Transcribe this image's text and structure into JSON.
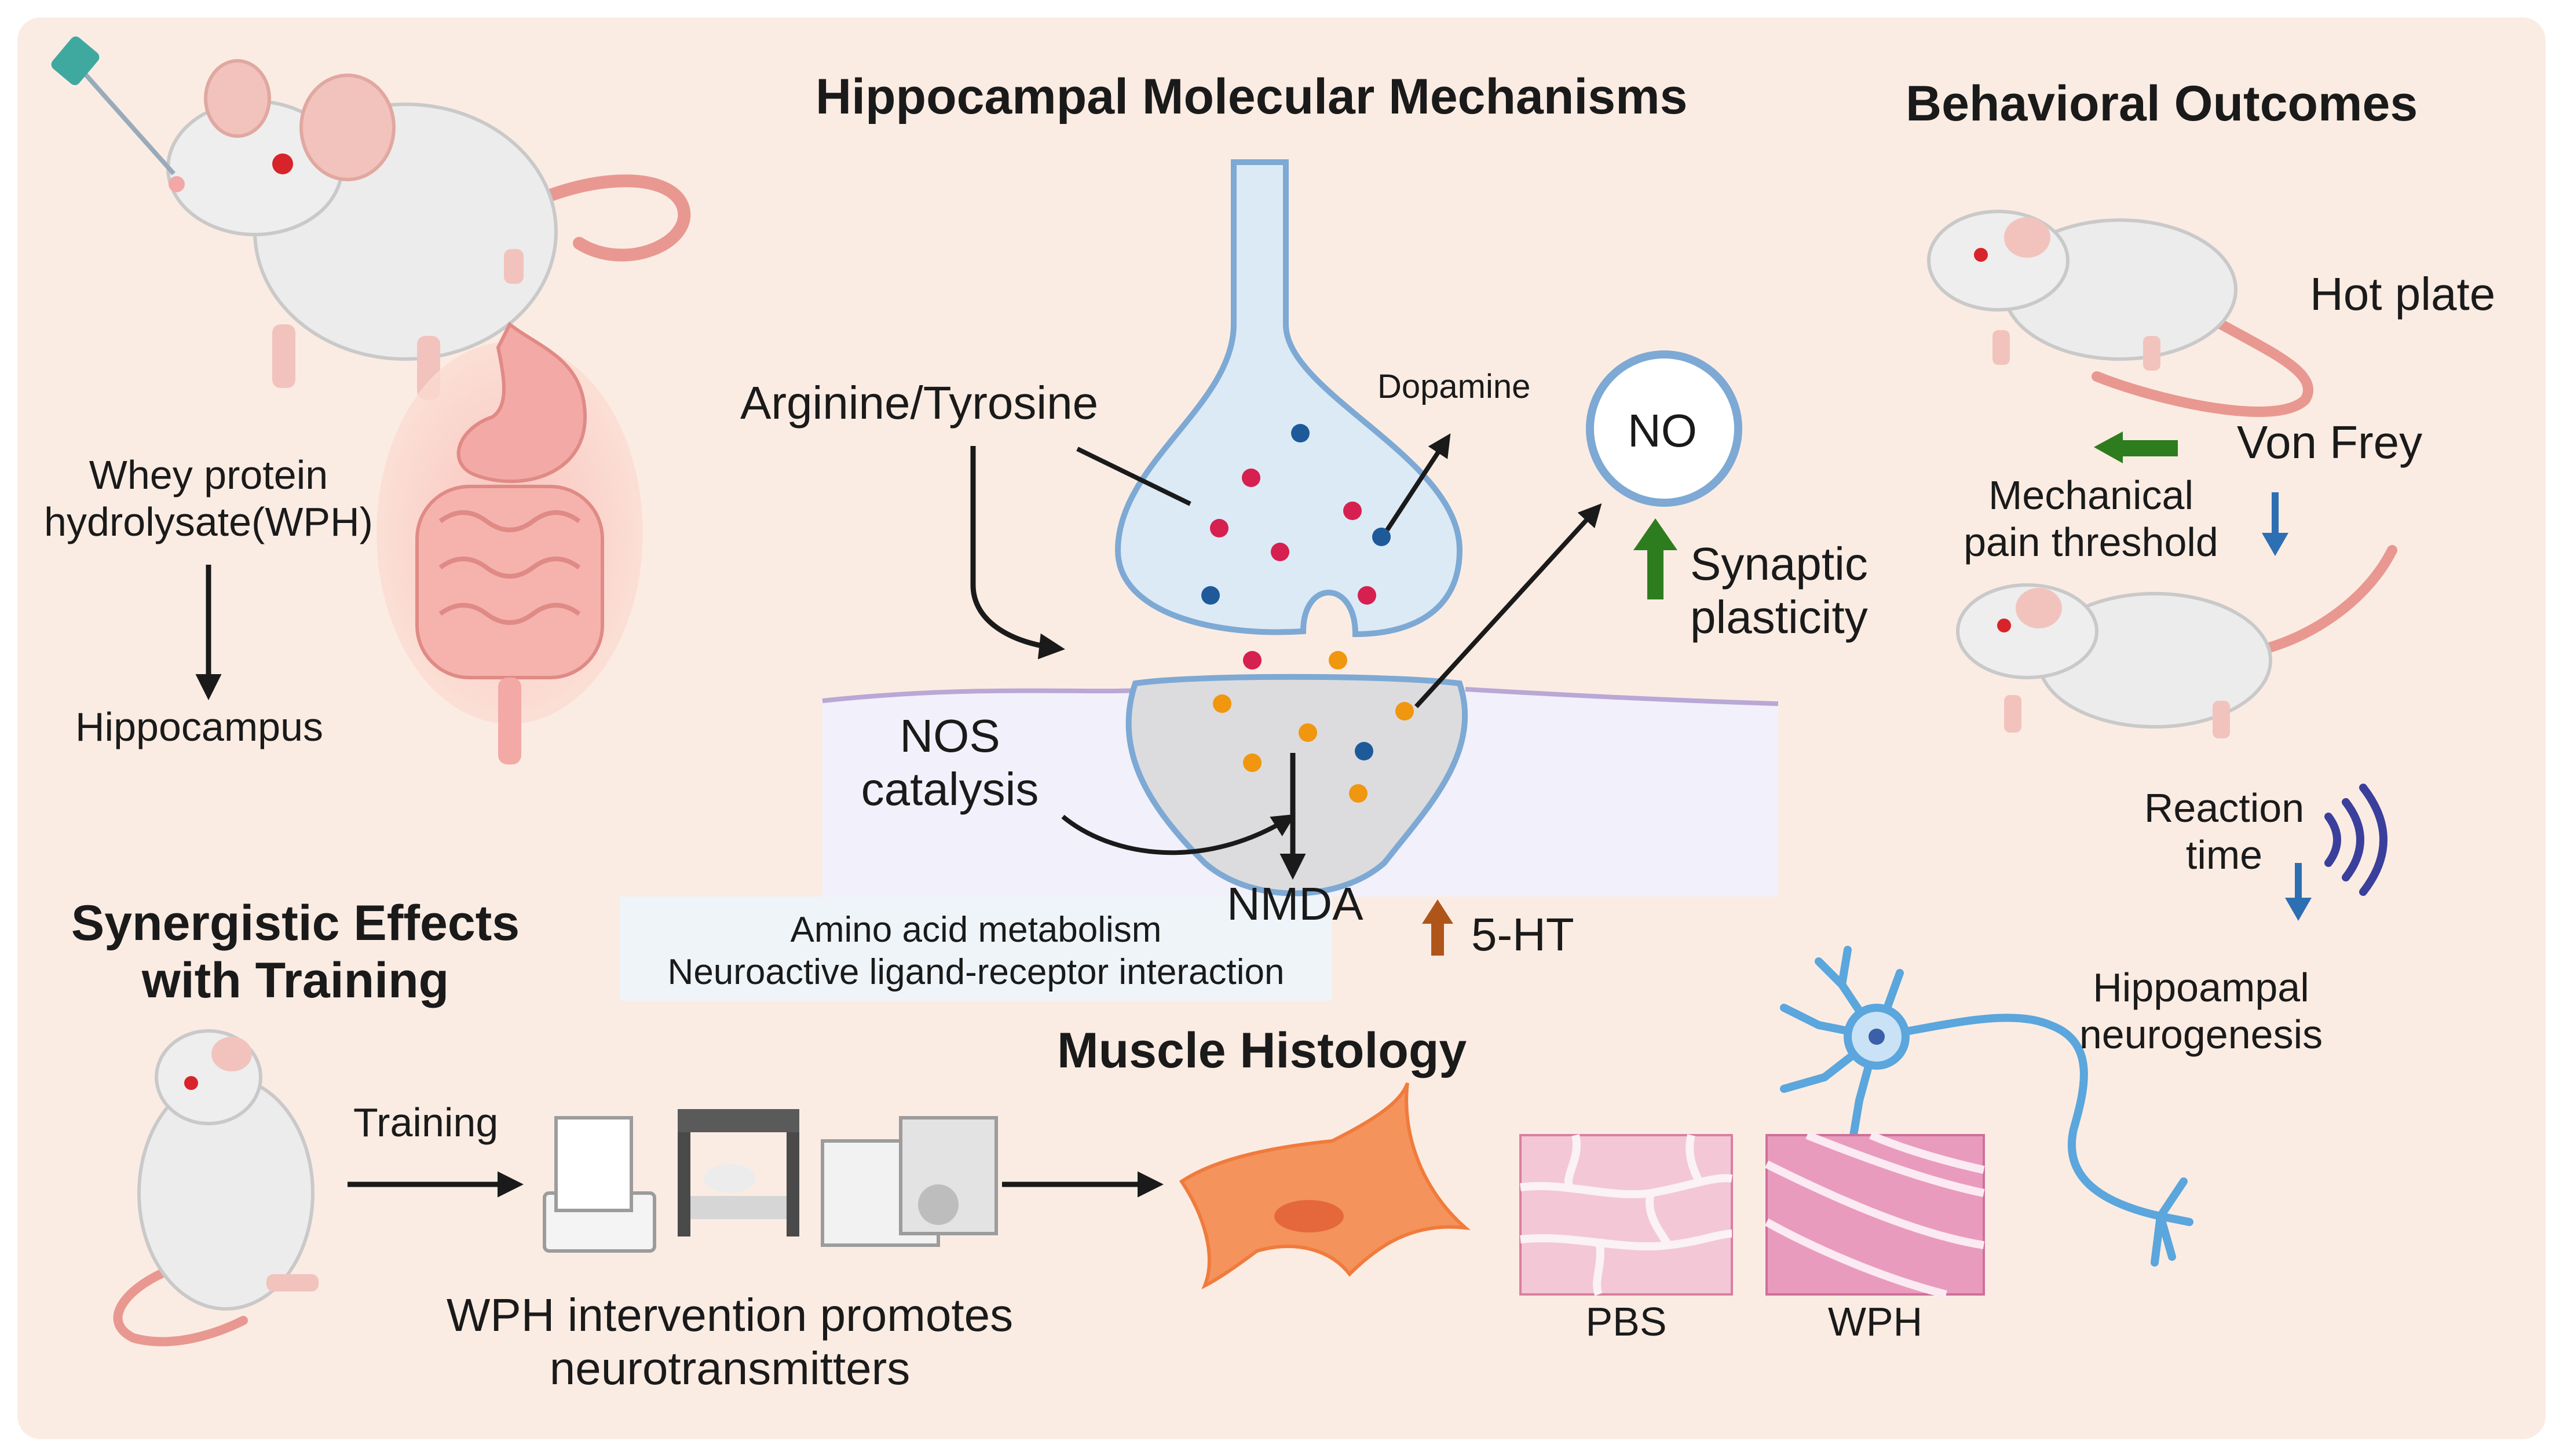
{
  "titles": {
    "mechanisms": "Hippocampal Molecular Mechanisms",
    "behavior": "Behavioral Outcomes",
    "synergy_line1": "Synergistic Effects",
    "synergy_line2": "with Training",
    "muscle": "Muscle Histology"
  },
  "left": {
    "wph_line1": "Whey protein",
    "wph_line2": "hydrolysate(WPH)",
    "hippocampus": "Hippocampus"
  },
  "synapse": {
    "arginine": "Arginine/Tyrosine",
    "dopamine": "Dopamine",
    "no": "NO",
    "synaptic_line1": "Synaptic",
    "synaptic_line2": "plasticity",
    "nos_line1": "NOS",
    "nos_line2": "catalysis",
    "nmda": "NMDA",
    "ht": "5-HT",
    "pathway_1": "Amino acid metabolism",
    "pathway_2": "Neuroactive ligand-receptor interaction"
  },
  "behavior": {
    "hot_plate": "Hot plate",
    "von_frey": "Von Frey",
    "mech_line1": "Mechanical",
    "mech_line2": "pain threshold",
    "reaction_line1": "Reaction",
    "reaction_line2": "time",
    "neuro_line1": "Hippoampal",
    "neuro_line2": "neurogenesis"
  },
  "training": {
    "training": "Training",
    "wph_line1": "WPH intervention promotes",
    "wph_line2": "neurotransmitters"
  },
  "muscle": {
    "pbs": "PBS",
    "wph": "WPH"
  },
  "colors": {
    "background": "#fbece3",
    "membrane_fill": "#f2f0fa",
    "presyn_fill": "#dceaf6",
    "postsyn_fill": "#dcdcde",
    "red_dot": "#d6204f",
    "blue_dot": "#1e5a9a",
    "orange_dot": "#f0960f",
    "up_green": "#2d7d1e",
    "up_brown": "#b0551a",
    "down_blue": "#2d6fb3"
  }
}
